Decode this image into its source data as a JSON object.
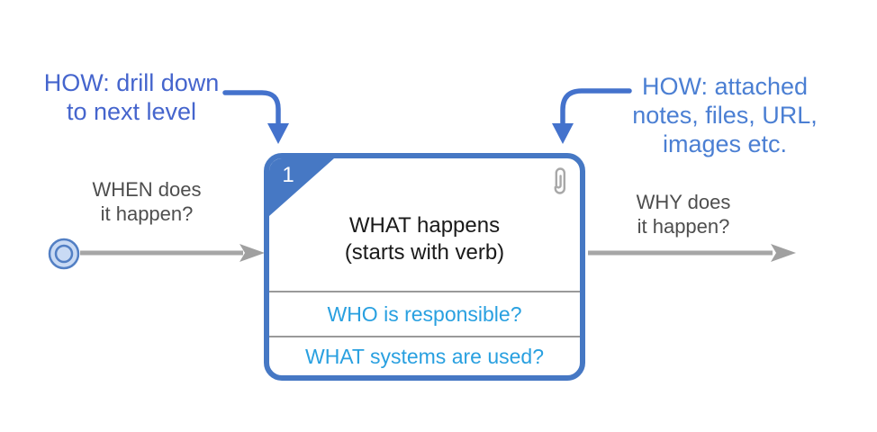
{
  "colors": {
    "annotation_blue_left": "#4565cd",
    "annotation_blue_right": "#4b7fd3",
    "connector_arrow_blue": "#4472cc",
    "node_border_blue": "#4678c4",
    "corner_fill_blue": "#4678c4",
    "question_text_blue": "#29a0e0",
    "flow_arrow_gray": "#a6a6a6",
    "label_gray": "#4e4e4e",
    "divider_gray": "#9a9a9a",
    "start_node_fill": "#c9daf4",
    "start_node_stroke": "#527fc4",
    "paperclip_gray": "#a8a8a8",
    "title_black": "#1a1a1a",
    "badge_white": "#ffffff"
  },
  "annotations": {
    "left": {
      "line1": "HOW: drill down",
      "line2": "to next level"
    },
    "right": {
      "line1": "HOW: attached",
      "line2": "notes, files, URL,",
      "line3": "images etc."
    }
  },
  "flow": {
    "when_label": {
      "line1": "WHEN does",
      "line2": "it happen?"
    },
    "why_label": {
      "line1": "WHY does",
      "line2": "it happen?"
    }
  },
  "node": {
    "badge": "1",
    "title_line1": "WHAT happens",
    "title_line2": "(starts with verb)",
    "who": "WHO is responsible?",
    "systems": "WHAT systems are used?"
  },
  "icons": {
    "attachment": "paperclip-icon",
    "start": "start-node-icon",
    "drill_down": "folded-corner-icon"
  }
}
